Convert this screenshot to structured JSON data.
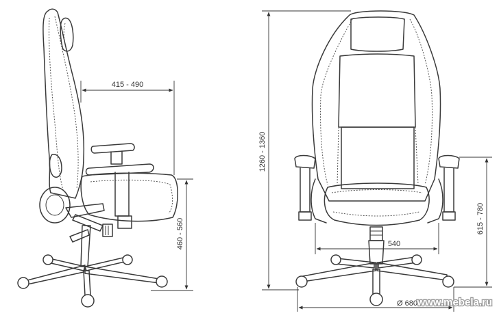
{
  "dimensions": {
    "side_depth": "415 - 490",
    "side_seat_height": "460 - 560",
    "front_total_height": "1260 - 1360",
    "front_seat_width": "540",
    "front_base_diameter": "Ø 680",
    "front_armrest_height": "615 - 780"
  },
  "watermark": {
    "text": "www.mebela.ru"
  },
  "colors": {
    "line": "#3a3a3a",
    "background": "#ffffff"
  }
}
